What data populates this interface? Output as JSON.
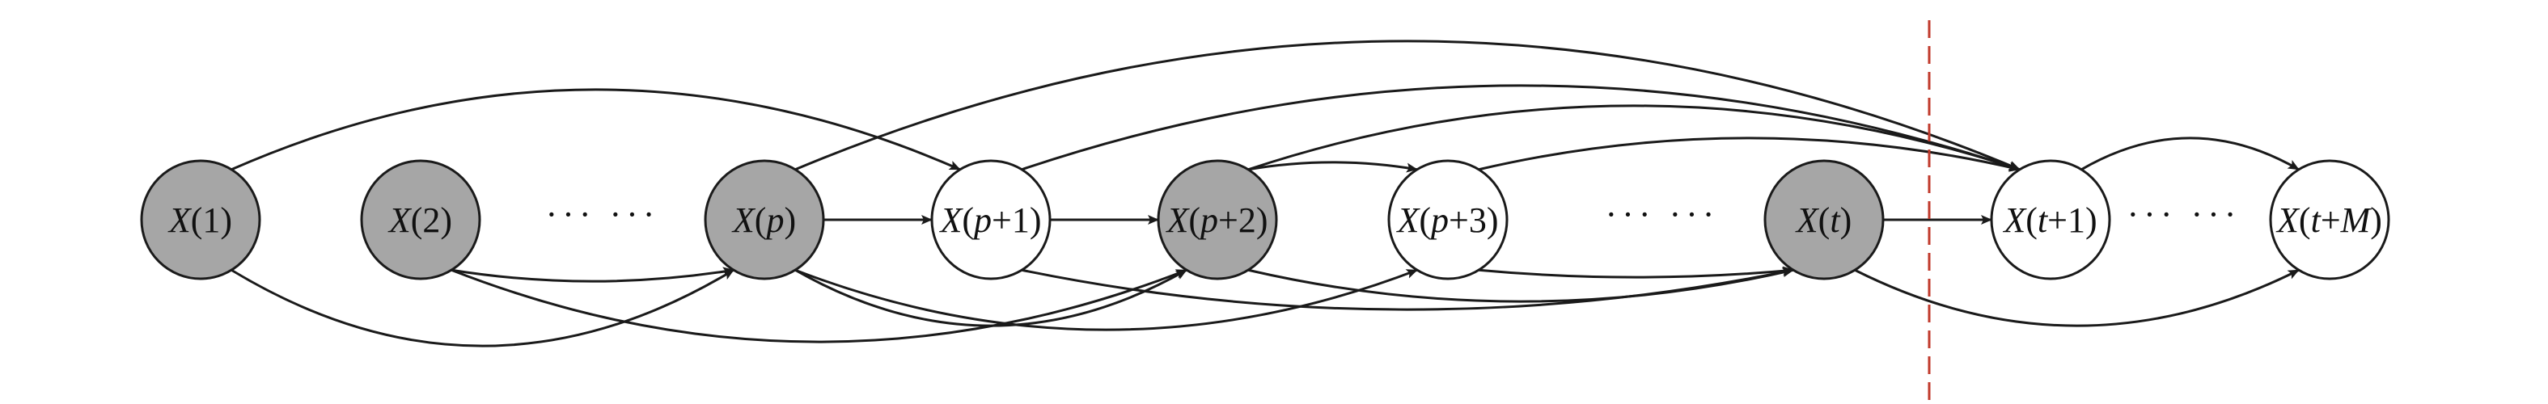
{
  "diagram": {
    "colors": {
      "observed_fill": "#a6a6a6",
      "future_fill": "#ffffff",
      "stroke": "#1a1a1a",
      "divider": "#c0392b"
    },
    "nodes": [
      {
        "id": "n1",
        "label": [
          {
            "t": "X",
            "i": true
          },
          {
            "t": "(1)",
            "i": false
          }
        ],
        "observed": true
      },
      {
        "id": "n2",
        "label": [
          {
            "t": "X",
            "i": true
          },
          {
            "t": "(2)",
            "i": false
          }
        ],
        "observed": true
      },
      {
        "id": "np",
        "label": [
          {
            "t": "X",
            "i": true
          },
          {
            "t": "(",
            "i": false
          },
          {
            "t": "p",
            "i": true
          },
          {
            "t": ")",
            "i": false
          }
        ],
        "observed": true
      },
      {
        "id": "np1",
        "label": [
          {
            "t": "X",
            "i": true
          },
          {
            "t": "(",
            "i": false
          },
          {
            "t": "p",
            "i": true
          },
          {
            "t": "+1)",
            "i": false
          }
        ],
        "observed": false
      },
      {
        "id": "np2",
        "label": [
          {
            "t": "X",
            "i": true
          },
          {
            "t": "(",
            "i": false
          },
          {
            "t": "p",
            "i": true
          },
          {
            "t": "+2)",
            "i": false
          }
        ],
        "observed": true
      },
      {
        "id": "np3",
        "label": [
          {
            "t": "X",
            "i": true
          },
          {
            "t": "(",
            "i": false
          },
          {
            "t": "p",
            "i": true
          },
          {
            "t": "+3)",
            "i": false
          }
        ],
        "observed": false
      },
      {
        "id": "nt",
        "label": [
          {
            "t": "X",
            "i": true
          },
          {
            "t": "(",
            "i": false
          },
          {
            "t": "t",
            "i": true
          },
          {
            "t": ")",
            "i": false
          }
        ],
        "observed": true
      },
      {
        "id": "nt1",
        "label": [
          {
            "t": "X",
            "i": true
          },
          {
            "t": "(",
            "i": false
          },
          {
            "t": "t",
            "i": true
          },
          {
            "t": "+1)",
            "i": false
          }
        ],
        "observed": false
      },
      {
        "id": "ntm",
        "label": [
          {
            "t": "X",
            "i": true
          },
          {
            "t": "(",
            "i": false
          },
          {
            "t": "t",
            "i": true
          },
          {
            "t": "+",
            "i": false
          },
          {
            "t": "M",
            "i": true
          },
          {
            "t": ")",
            "i": false
          }
        ],
        "observed": false
      }
    ],
    "ellipses": [
      "··· ···",
      "··· ···",
      "··· ···"
    ],
    "edges": [
      {
        "from": "n1",
        "to": "np1"
      },
      {
        "from": "n1",
        "to": "np"
      },
      {
        "from": "n2",
        "to": "np2"
      },
      {
        "from": "n2",
        "to": "np"
      },
      {
        "from": "np",
        "to": "np1"
      },
      {
        "from": "np",
        "to": "np3"
      },
      {
        "from": "np",
        "to": "nt1"
      },
      {
        "from": "np",
        "to": "np2"
      },
      {
        "from": "np1",
        "to": "np2"
      },
      {
        "from": "np1",
        "to": "nt1"
      },
      {
        "from": "np1",
        "to": "nt"
      },
      {
        "from": "np2",
        "to": "np3"
      },
      {
        "from": "np2",
        "to": "nt1"
      },
      {
        "from": "np2",
        "to": "nt"
      },
      {
        "from": "np3",
        "to": "nt1"
      },
      {
        "from": "np3",
        "to": "nt"
      },
      {
        "from": "nt",
        "to": "nt1"
      },
      {
        "from": "nt",
        "to": "ntm"
      },
      {
        "from": "nt1",
        "to": "ntm"
      }
    ]
  }
}
